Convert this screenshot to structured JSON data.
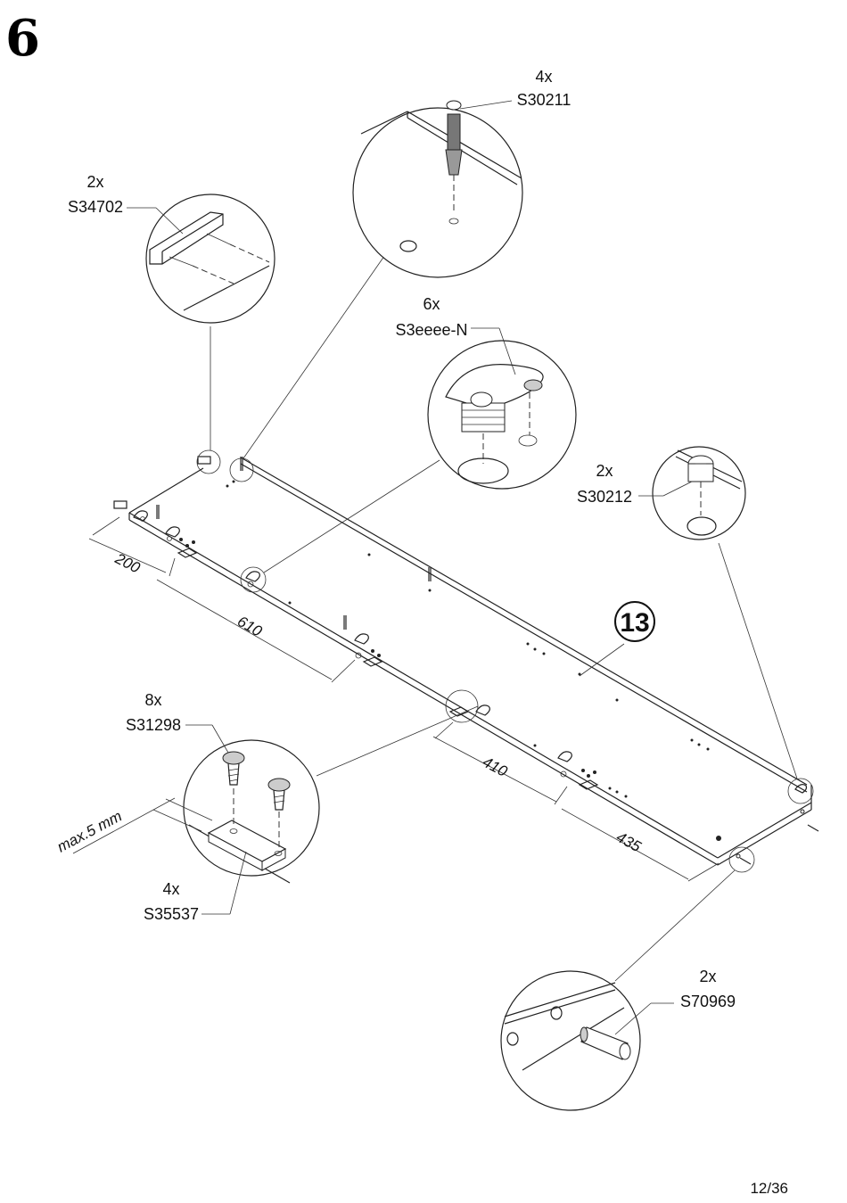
{
  "step_number": "6",
  "page_number": "12/36",
  "panel_number": "13",
  "parts": {
    "cam_bolt": {
      "qty": "4x",
      "code": "S30211"
    },
    "connector_pin": {
      "qty": "2x",
      "code": "S34702"
    },
    "cam_lock": {
      "qty": "6x",
      "code": "S3eeee-N"
    },
    "cam_housing": {
      "qty": "2x",
      "code": "S30212"
    },
    "screw": {
      "qty": "8x",
      "code": "S31298"
    },
    "plate": {
      "qty": "4x",
      "code": "S35537"
    },
    "dowel": {
      "qty": "2x",
      "code": "S70969"
    }
  },
  "dimensions": {
    "d1": "200",
    "d2": "610",
    "d3": "410",
    "d4": "435",
    "max_gap": "max.5 mm"
  }
}
